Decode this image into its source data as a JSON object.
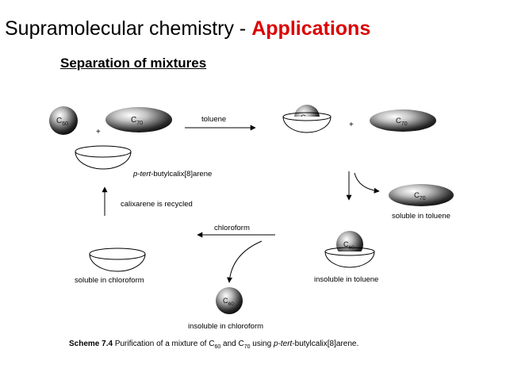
{
  "slide": {
    "title_prefix": "Supramolecular chemistry - ",
    "title_highlight": "Applications",
    "subtitle": "Separation of mixtures",
    "accent_color": "#dc0000"
  },
  "scheme": {
    "molecules": {
      "c60": {
        "symbol": "C",
        "subscript": "60"
      },
      "c70": {
        "symbol": "C",
        "subscript": "70"
      }
    },
    "plus": "+",
    "steps": {
      "toluene": "toluene",
      "chloroform": "chloroform",
      "recycled": "calixarene is recycled"
    },
    "calixarene_prefix": "p-tert",
    "calixarene_suffix": "-butylcalix[8]arene",
    "labels": {
      "soluble_toluene": "soluble in toluene",
      "insoluble_toluene": "insoluble in toluene",
      "soluble_chloroform": "soluble in chloroform",
      "insoluble_chloroform": "insoluble in chloroform"
    },
    "caption": {
      "bold": "Scheme 7.4",
      "text1": " Purification of a mixture of C",
      "sub1": "60",
      "text2": " and C",
      "sub2": "70",
      "text3": " using ",
      "italic": "p-tert",
      "text4": "-butylcalix[8]arene."
    }
  }
}
